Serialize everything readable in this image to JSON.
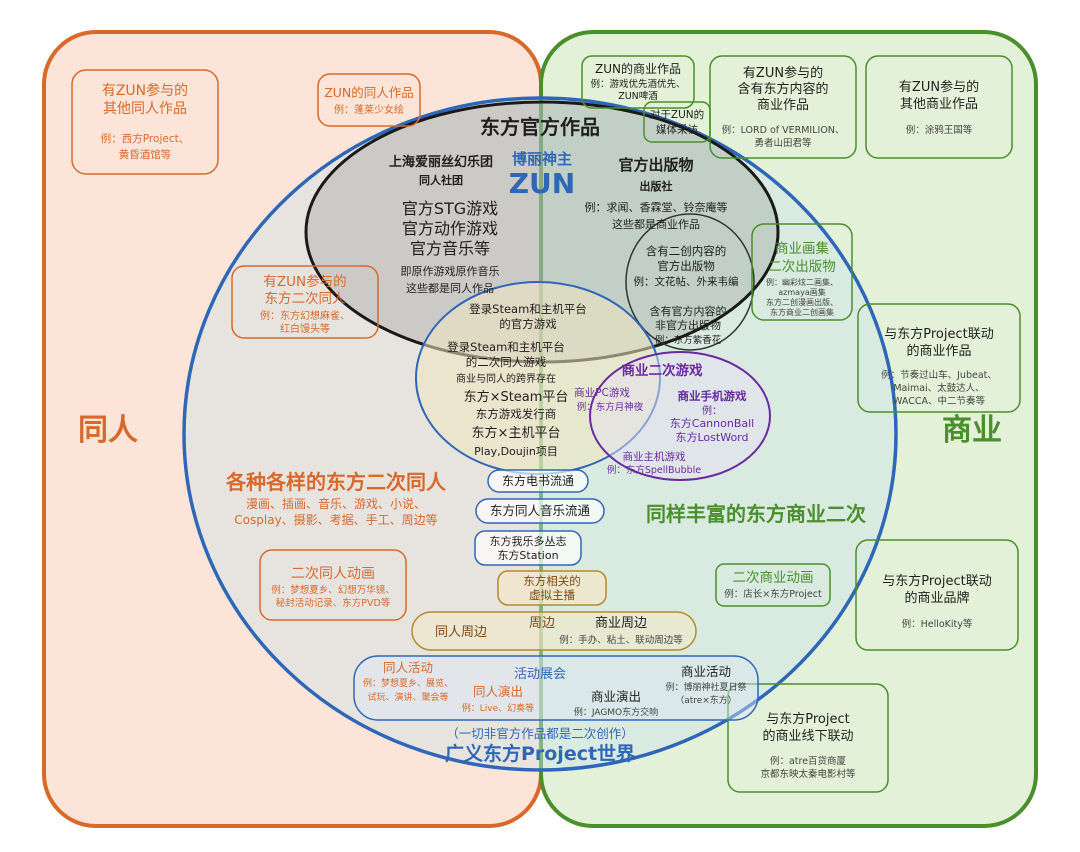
{
  "colors": {
    "doujin": "#d9692a",
    "commercial": "#4a8f2c",
    "world": "#2f67b8",
    "official": "#222222",
    "mobile": "#6a2aa0",
    "stream": "#2f67b8",
    "merch": "#b58a2a"
  },
  "regions": {
    "doujin_label": "同人",
    "commercial_label": "商业",
    "world_title": "广义东方Project世界",
    "world_subtitle": "（一切非官方作品都是二次创作）"
  },
  "official": {
    "title": "东方官方作品",
    "zun_top": "博丽神主",
    "zun_main": "ZUN",
    "circle_name": "上海爱丽丝幻乐团",
    "circle_type": "同人社团",
    "games_1": "官方STG游戏",
    "games_2": "官方动作游戏",
    "games_3": "官方音乐等",
    "note_1": "即原作游戏原作音乐",
    "note_2": "这些都是同人作品",
    "pub_title": "官方出版物",
    "pub_sub": "出版社",
    "pub_ex": "例：求闻、香霖堂、铃奈庵等",
    "pub_note": "这些都是商业作品"
  },
  "doujin_boxes": {
    "zun_other_1": "有ZUN参与的",
    "zun_other_2": "其他同人作品",
    "zun_other_ex_1": "例：西方Project、",
    "zun_other_ex_2": "黄昏酒馆等",
    "zun_doujin_1": "ZUN的同人作品",
    "zun_doujin_ex": "例：蓬莱少女绘",
    "zun_touhou_1": "有ZUN参与的",
    "zun_touhou_2": "东方二次同人",
    "zun_touhou_ex_1": "例：东方幻想麻雀、",
    "zun_touhou_ex_2": "红白馒头等",
    "main_title": "各种各样的东方二次同人",
    "main_list_1": "漫画、插画、音乐、游戏、小说、",
    "main_list_2": "Cosplay、摄影、考据、手工、周边等",
    "anime_title": "二次同人动画",
    "anime_ex_1": "例：梦想夏乡、幻想万华镜、",
    "anime_ex_2": "秘封活动记录、东方PVD等"
  },
  "commercial_boxes": {
    "zun_comm_1": "ZUN的商业作品",
    "zun_comm_ex_1": "例：游戏优先酒优先、",
    "zun_comm_ex_2": "ZUN啤酒",
    "interview_1": "对于ZUN的",
    "interview_2": "媒体采访",
    "zun_touhou_1": "有ZUN参与的",
    "zun_touhou_2": "含有东方内容的",
    "zun_touhou_3": "商业作品",
    "zun_touhou_ex_1": "例：LORD of VERMILION、",
    "zun_touhou_ex_2": "勇者山田君等",
    "zun_other_1": "有ZUN参与的",
    "zun_other_2": "其他商业作品",
    "zun_other_ex": "例：涂鸦王国等",
    "artbook_1": "商业画集",
    "artbook_2": "二次出版物",
    "artbook_ex_1": "例：幽彩炫二画集、",
    "artbook_ex_2": "azmaya画集",
    "artbook_ex_3": "东方二创漫画出版、",
    "artbook_ex_4": "东方商业二创画集",
    "collab_1": "与东方Project联动",
    "collab_2": "的商业作品",
    "collab_ex_1": "例：节奏过山车、Jubeat、",
    "collab_ex_2": "Maimai、太鼓达人、",
    "collab_ex_3": "WACCA、中二节奏等",
    "main_title": "同样丰富的东方商业二次",
    "anime_title": "二次商业动画",
    "anime_ex": "例：店长×东方Project",
    "brand_1": "与东方Project联动",
    "brand_2": "的商业品牌",
    "brand_ex": "例：HelloKity等",
    "offline_1": "与东方Project",
    "offline_2": "的商业线下联动",
    "offline_ex_1": "例：atre百货商厦",
    "offline_ex_2": "京都东映太秦电影村等"
  },
  "inner_pub": {
    "l1": "含有二创内容的",
    "l2": "官方出版物",
    "l3": "例：文花帖、外来韦编",
    "m1": "含有官方内容的",
    "m2": "非官方出版物",
    "m3": "例：东方紫香花"
  },
  "steam": {
    "official_1": "登录Steam和主机平台",
    "official_2": "的官方游戏",
    "doujin_1": "登录Steam和主机平台",
    "doujin_2": "的二次同人游戏",
    "cross": "商业与同人的跨界存在",
    "steam_plat": "东方×Steam平台",
    "publisher": "东方游戏发行商",
    "console_plat": "东方×主机平台",
    "playdoujin": "Play,Doujin项目"
  },
  "comm_games": {
    "title": "商业二次游戏",
    "pc": "商业PC游戏",
    "pc_ex": "例：东方月神夜",
    "mobile": "商业手机游戏",
    "mobile_ex_1": "例：",
    "mobile_ex_2": "东方CannonBall",
    "mobile_ex_3": "东方LostWord",
    "console": "商业主机游戏",
    "console_ex": "例：东方SpellBubble"
  },
  "streams": {
    "ebook": "东方电书流通",
    "music": "东方同人音乐流通",
    "station_1": "东方我乐多丛志",
    "station_2": "东方Station",
    "vtuber_1": "东方相关的",
    "vtuber_2": "虚拟主播"
  },
  "merch": {
    "doujin": "同人周边",
    "center": "周边",
    "comm": "商业周边",
    "comm_ex": "例：手办、粘土、联动周边等"
  },
  "events": {
    "doujin_act": "同人活动",
    "doujin_act_ex_1": "例：梦想夏乡、展览、",
    "doujin_act_ex_2": "试玩、演讲、聚会等",
    "center": "活动展会",
    "doujin_live": "同人演出",
    "doujin_live_ex": "例：Live、幻奏等",
    "comm_live": "商业演出",
    "comm_live_ex": "例：JAGMO东方交响",
    "comm_act": "商业活动",
    "comm_act_ex_1": "例：博丽神社夏日祭",
    "comm_act_ex_2": "（atre×东方）"
  }
}
